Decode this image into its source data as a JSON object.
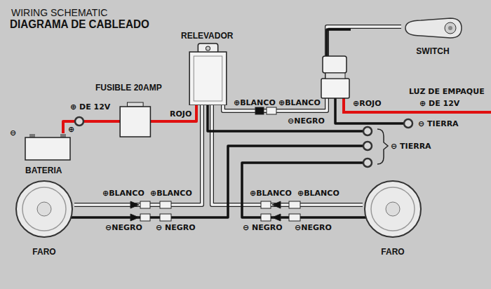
{
  "diagram": {
    "title": "DIAGRAMA DE CABLEADO",
    "nodes": [
      {
        "text": [
          "RELEVADOR"
        ]
      },
      {
        "text": [
          "SWITCH"
        ]
      },
      {
        "text": [
          "FUSIBLE 20AMP"
        ]
      },
      {
        "text": [
          "BATERIA"
        ]
      },
      {
        "text": [
          "FARO"
        ]
      },
      {
        "text": [
          "FARO"
        ]
      }
    ],
    "edges": [
      {
        "from": 3,
        "to": 2,
        "arrow": "none"
      },
      {
        "from": 2,
        "to": 0,
        "label": "ROJO",
        "arrow": "none"
      },
      {
        "from": 0,
        "to": 1,
        "arrow": "none"
      },
      {
        "from": 0,
        "to": 4,
        "arrow": "none"
      },
      {
        "from": 0,
        "to": 5,
        "arrow": "none"
      }
    ],
    "labels": [
      "WIRING SCHEMATIC",
      "⊕ DE 12V",
      "⊖",
      "⊕",
      "⊕BLANCO",
      "⊕BLANCO",
      "⊖NEGRO",
      "⊕ROJO",
      "LUZ DE EMPAQUE",
      "⊕ DE 12V",
      "⊖ TIERRA",
      "⊖ TIERRA",
      "⊕BLANCO",
      "⊕BLANCO",
      "⊕BLANCO",
      "⊕BLANCO",
      "⊖NEGRO",
      "⊖ NEGRO",
      "⊖ NEGRO",
      "⊖NEGRO"
    ]
  }
}
